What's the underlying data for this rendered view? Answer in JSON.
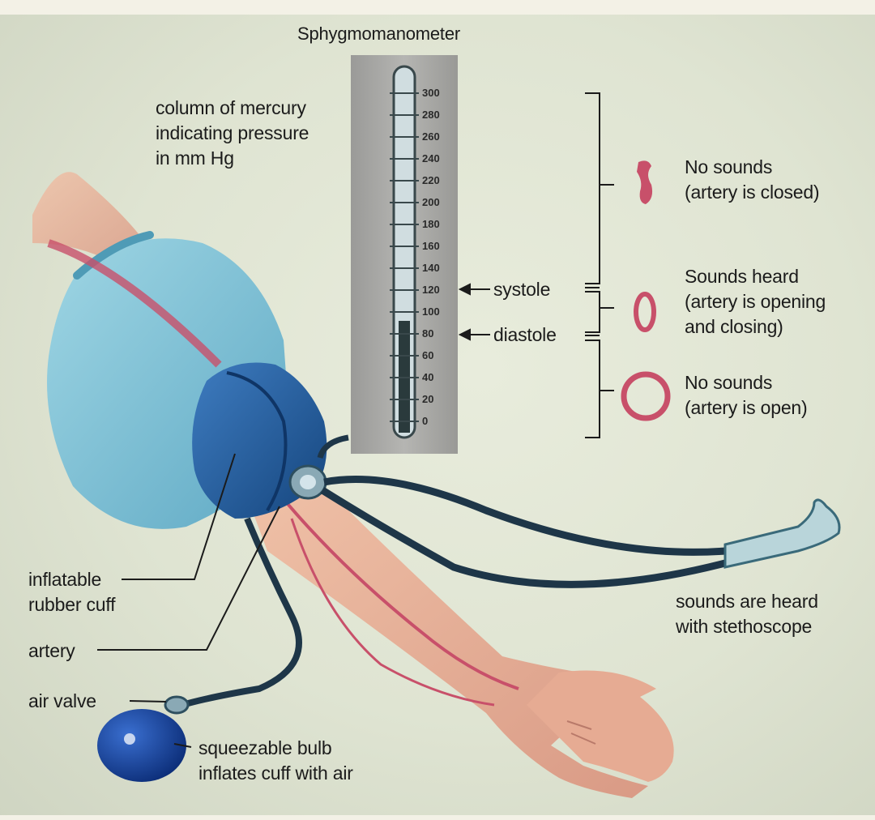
{
  "title": "Sphygmomanometer",
  "mercury_label": [
    "column of mercury",
    "indicating pressure",
    "in mm Hg"
  ],
  "scale_ticks": [
    "300",
    "280",
    "260",
    "240",
    "220",
    "200",
    "180",
    "160",
    "140",
    "120",
    "100",
    "80",
    "60",
    "40",
    "20",
    "0"
  ],
  "systole_label": "systole",
  "diastole_label": "diastole",
  "states": [
    {
      "line1": "No sounds",
      "line2": "(artery is closed)"
    },
    {
      "line1": "Sounds heard",
      "line2": "(artery is opening",
      "line3": "and closing)"
    },
    {
      "line1": "No sounds",
      "line2": "(artery is open)"
    }
  ],
  "labels": {
    "cuff": [
      "inflatable",
      "rubber cuff"
    ],
    "artery": "artery",
    "air_valve": "air valve",
    "bulb": [
      "squeezable bulb",
      "inflates cuff with air"
    ],
    "stethoscope": [
      "sounds are heard",
      "with stethoscope"
    ]
  },
  "colors": {
    "artery": "#c8506a",
    "cuff": "#1f5a9a",
    "tubing": "#1e3648",
    "shirt": "#7fc3d6",
    "skin": "#e9b39a"
  }
}
